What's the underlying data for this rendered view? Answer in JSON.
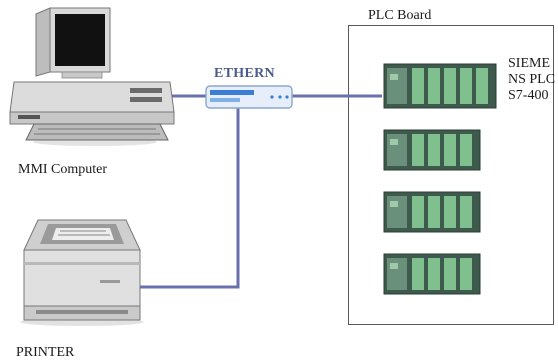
{
  "labels": {
    "board": "PLC Board",
    "hub": "ETHERN",
    "computer": "MMI Computer",
    "printer": "PRINTER",
    "plc_lines": [
      "SIEME",
      "NS PLC",
      "S7-400"
    ]
  },
  "colors": {
    "cable": "#6870ad",
    "plc_dark": "#3e5a4c",
    "plc_module": "#7fc08e",
    "hub_body": "#e6eefa",
    "hub_stripe": "#3a7fd4",
    "board_border": "#5a5a5a"
  },
  "icons": [
    "computer-icon",
    "ethernet-hub-icon",
    "printer-icon",
    "plc-rack-icon"
  ]
}
